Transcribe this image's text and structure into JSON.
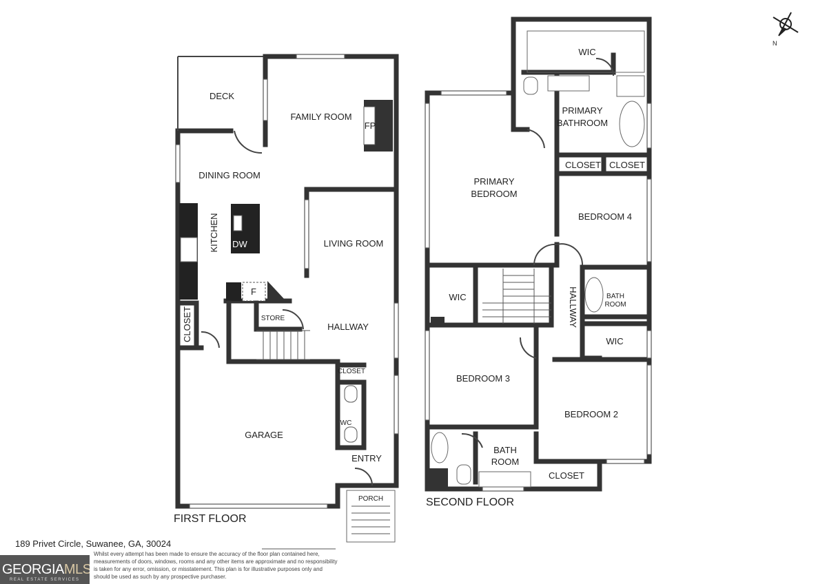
{
  "first_floor": {
    "title": "FIRST FLOOR",
    "rooms": {
      "deck": "DECK",
      "family_room": "FAMILY ROOM",
      "fireplace": "FP",
      "dining_room": "DINING ROOM",
      "kitchen": "KITCHEN",
      "dishwasher": "DW",
      "living_room": "LIVING ROOM",
      "fridge": "F",
      "store": "STORE",
      "closet_left": "CLOSET",
      "hallway": "HALLWAY",
      "closet_entry": "CLOSET",
      "wc": "WC",
      "garage": "GARAGE",
      "entry": "ENTRY",
      "porch": "PORCH"
    }
  },
  "second_floor": {
    "title": "SECOND FLOOR",
    "rooms": {
      "wic_top": "WIC",
      "primary_bathroom_1": "PRIMARY",
      "primary_bathroom_2": "BATHROOM",
      "closet_1": "CLOSET",
      "closet_2": "CLOSET",
      "primary_bedroom_1": "PRIMARY",
      "primary_bedroom_2": "BEDROOM",
      "bedroom_4": "BEDROOM 4",
      "bath_room_small_1": "BATH",
      "bath_room_small_2": "ROOM",
      "wic_left": "WIC",
      "hallway": "HALLWAY",
      "wic_right": "WIC",
      "bedroom_3": "BEDROOM 3",
      "bedroom_2": "BEDROOM 2",
      "bath_room_1": "BATH",
      "bath_room_2": "ROOM",
      "closet_bottom": "CLOSET"
    }
  },
  "compass": {
    "label": "N",
    "icon": "north-arrow-icon"
  },
  "footer": {
    "address": "189 Privet Circle, Suwanee, GA, 30024",
    "disclaimer": "Whilst every attempt has been made to ensure the accuracy of the floor plan contained here, measurements of doors, windows, rooms and any other items are approximate and no responsibility is taken for any error, omission, or misstatement. This plan is for illustrative purposes only and should be used as such by any prospective purchaser.",
    "logo_main": "GEORGIA",
    "logo_accent": "MLS",
    "logo_sub": "REAL ESTATE SERVICES"
  }
}
